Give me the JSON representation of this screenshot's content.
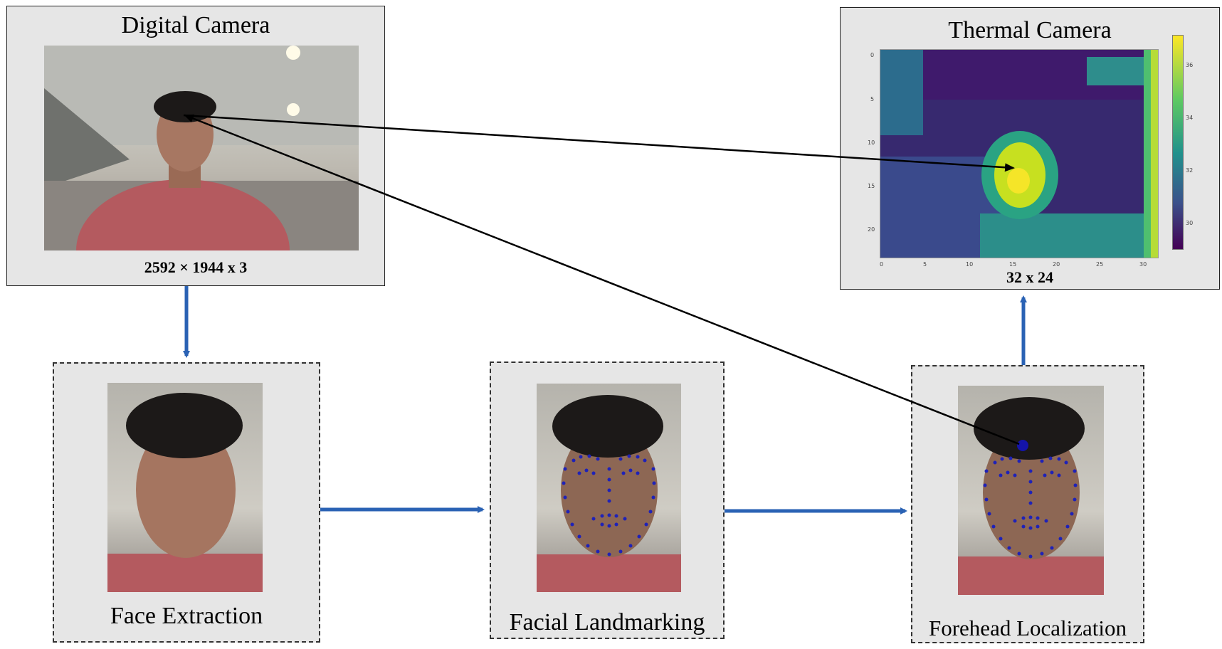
{
  "digital_camera": {
    "title": "Digital Camera",
    "resolution": "2592 × 1944 x 3"
  },
  "thermal_camera": {
    "title": "Thermal Camera",
    "resolution": "32 x 24",
    "x_ticks": [
      "0",
      "5",
      "10",
      "15",
      "20",
      "25",
      "30"
    ],
    "y_ticks": [
      "0",
      "5",
      "10",
      "15",
      "20"
    ],
    "colorbar_ticks": [
      "36",
      "34",
      "32",
      "30"
    ]
  },
  "steps": {
    "face_extraction": "Face Extraction",
    "facial_landmarking": "Facial Landmarking",
    "forehead_localization": "Forehead Localization"
  },
  "colors": {
    "flow_arrow": "#2a62b4",
    "pointer_arrow": "#000000",
    "landmark": "#1f22b8"
  }
}
